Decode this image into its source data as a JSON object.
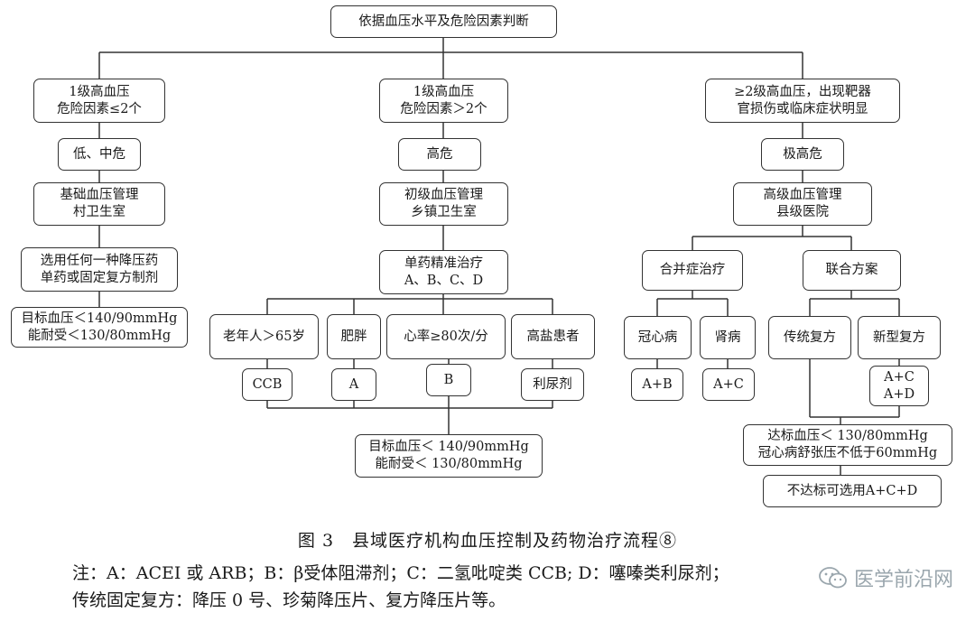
{
  "diagram": {
    "root": {
      "lines": [
        "依据血压水平及危险因素判断"
      ]
    },
    "branch_left": {
      "level": [
        "1级高血压",
        "危险因素≤2个"
      ],
      "risk": [
        "低、中危"
      ],
      "management": [
        "基础血压管理",
        "村卫生室"
      ],
      "drug": [
        "选用任何一种降压药",
        "单药或固定复方制剂"
      ],
      "target": [
        "目标血压＜140/90mmHg",
        "能耐受＜130/80mmHg"
      ]
    },
    "branch_middle": {
      "level": [
        "1级高血压",
        "危险因素＞2个"
      ],
      "risk": [
        "高危"
      ],
      "management": [
        "初级血压管理",
        "乡镇卫生室"
      ],
      "treatment": [
        "单药精准治疗",
        "A、B、C、D"
      ],
      "groups": [
        {
          "label": "老年人＞65岁",
          "drug": "CCB"
        },
        {
          "label": "肥胖",
          "drug": "A"
        },
        {
          "label": "心率≥80次/分",
          "drug": "B"
        },
        {
          "label": "高盐患者",
          "drug": "利尿剂"
        }
      ],
      "target": [
        "目标血压＜ 140/90mmHg",
        "能耐受＜ 130/80mmHg"
      ]
    },
    "branch_right": {
      "level": [
        "≥2级高血压，出现靶器",
        "官损伤或临床症状明显"
      ],
      "risk": [
        "极高危"
      ],
      "management": [
        "高级血压管理",
        "县级医院"
      ],
      "comorbidity": {
        "label": "合并症治疗",
        "items": [
          {
            "label": "冠心病",
            "drug": "A+B"
          },
          {
            "label": "肾病",
            "drug": "A+C"
          }
        ]
      },
      "combination": {
        "label": "联合方案",
        "traditional": "传统复方",
        "new": "新型复方",
        "new_drug": [
          "A+C",
          "A+D"
        ]
      },
      "target": [
        "达标血压＜ 130/80mmHg",
        "冠心病舒张压不低于60mmHg"
      ],
      "fallback": [
        "不达标可选用A+C+D"
      ]
    }
  },
  "caption": "图 3　县域医疗机构血压控制及药物治疗流程⑧",
  "notes": [
    "注：A：ACEI 或 ARB；B：β受体阻滞剂；C：二氢吡啶类 CCB; D：噻嗪类利尿剂；",
    "传统固定复方：降压 0 号、珍菊降压片、复方降压片等。"
  ],
  "watermark": {
    "text": "医学前沿网",
    "icon": "wechat-icon"
  },
  "colors": {
    "line": "#333333",
    "text": "#1a1a1a",
    "watermark": "#9aa6ad"
  }
}
